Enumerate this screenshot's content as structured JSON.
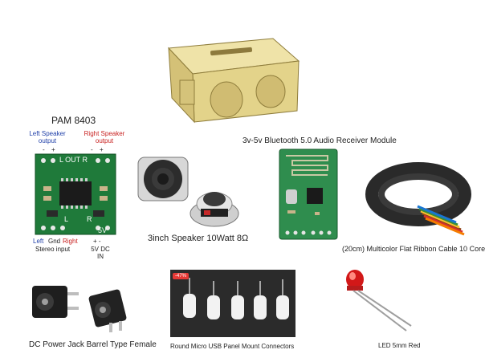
{
  "items": {
    "pam8403": {
      "title": "PAM 8403",
      "left_output": "Left Speaker output",
      "right_output": "Right Speaker output",
      "minus": "-",
      "plus": "+",
      "board_lout": "L OUT R",
      "board_l": "L",
      "board_r": "R",
      "board_5v": "5V",
      "left_label": "Left",
      "gnd_label": "Gnd",
      "right_label": "Right",
      "stereo_input": "Stereo input",
      "power_pins": "+ -",
      "power_label": "5V DC IN"
    },
    "speaker": {
      "label": "3inch Speaker 10Watt 8Ω"
    },
    "bluetooth": {
      "label": "3v-5v Bluetooth 5.0 Audio Receiver Module"
    },
    "ribbon": {
      "label": "(20cm) Multicolor Flat Ribbon Cable 10 Core"
    },
    "dc_jack": {
      "label": "DC Power Jack Barrel Type Female"
    },
    "usb": {
      "label": "Round Micro USB Panel Mount Connectors",
      "badge": "-47%"
    },
    "led": {
      "label": "LED 5mm Red"
    }
  },
  "colors": {
    "wood": "#e3d38a",
    "pcb_green": "#1f7a3a",
    "bt_green": "#2f8d4e",
    "led_red": "#d21818",
    "badge_red": "#e53935",
    "usb_bg": "#2b2b2b"
  }
}
